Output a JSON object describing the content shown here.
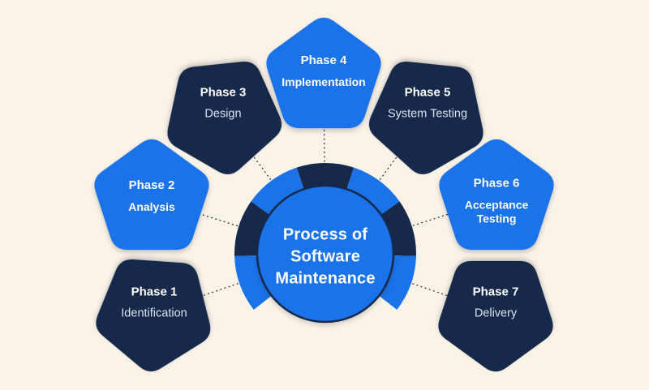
{
  "title": {
    "text": "Process of\nSoftware\nMaintenance",
    "plain": "Process of Software Maintenance"
  },
  "phases": [
    {
      "label": "Phase 1",
      "name": "Identification",
      "color_role": "navy"
    },
    {
      "label": "Phase 2",
      "name": "Analysis",
      "color_role": "blue"
    },
    {
      "label": "Phase 3",
      "name": "Design",
      "color_role": "navy"
    },
    {
      "label": "Phase 4",
      "name": "Implementation",
      "color_role": "blue"
    },
    {
      "label": "Phase 5",
      "name": "System Testing",
      "color_role": "navy"
    },
    {
      "label": "Phase 6",
      "name": "Acceptance Testing",
      "color_role": "blue"
    },
    {
      "label": "Phase 7",
      "name": "Delivery",
      "color_role": "navy"
    }
  ],
  "colors": {
    "background": "#FAF3E8",
    "blue": "#1A73E8",
    "navy": "#16294A",
    "subtitle_on_navy": "#DBE2EF",
    "connector": "#1F2430",
    "text": "#FFFFFF"
  },
  "ring": {
    "segment_count": 7,
    "pattern": [
      "blue",
      "navy",
      "blue",
      "navy",
      "blue",
      "navy",
      "blue"
    ]
  }
}
